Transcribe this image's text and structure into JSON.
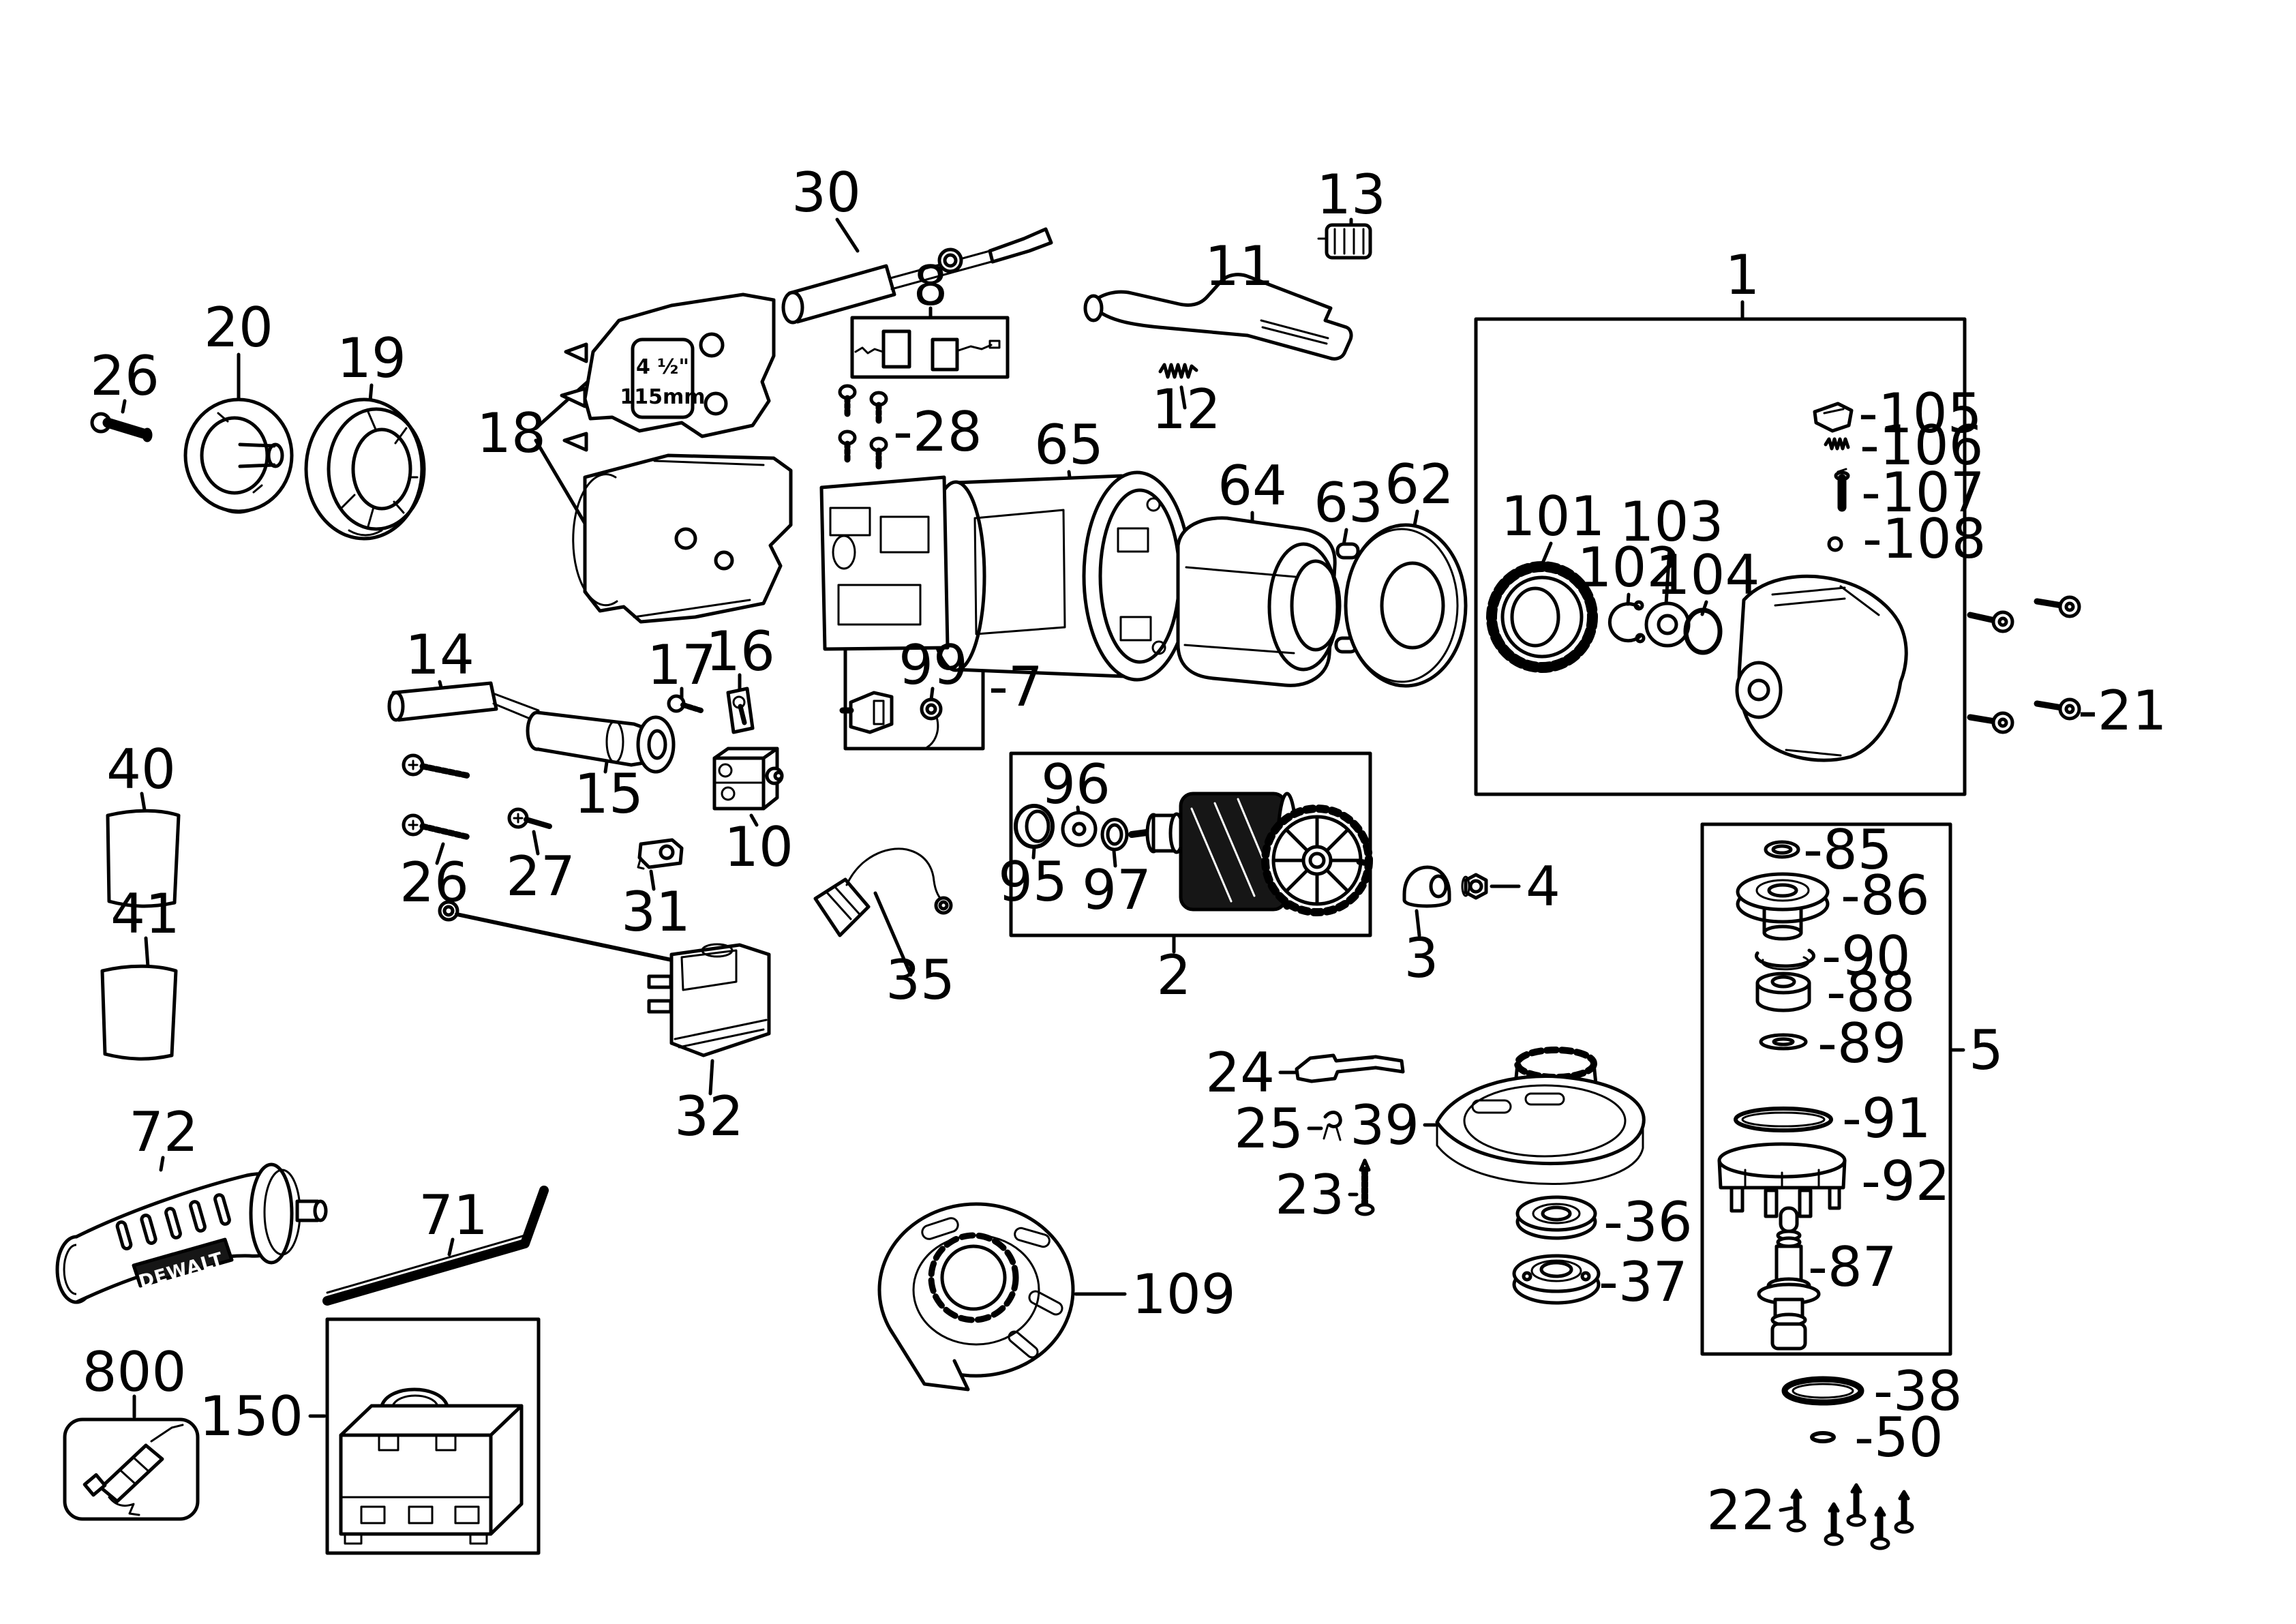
{
  "diagram": {
    "type": "exploded-parts-diagram",
    "product": "angle grinder",
    "colors": {
      "background": "#ffffff",
      "line": "#000000"
    },
    "markings": {
      "housing_size": "4 ½\"",
      "housing_mm": "115mm",
      "handle_brand": "DEWALT"
    },
    "callouts": {
      "pin26_top": "26",
      "fan_cover20": "20",
      "baffle19": "19",
      "housing18": "18",
      "cord_guard30": "30",
      "brush_set8": "8",
      "screws28": "-28",
      "slider13": "13",
      "trigger11": "11",
      "spring12": "12",
      "motor_housing65": "65",
      "field64": "64",
      "pins63": "63",
      "end_cover62": "62",
      "gear_head1": "1",
      "fan101": "101",
      "retain_ring102": "102",
      "bearing103": "103",
      "oring104": "104",
      "lock_button105": "-105",
      "spring106": "-106",
      "pin107": "-107",
      "ball108": "-108",
      "screws21": "-21",
      "sleeve14": "14",
      "screw17": "17",
      "plate16": "16",
      "handle_bar15": "15",
      "label40": "40",
      "label41": "41",
      "screws26": "26",
      "screw27": "27",
      "clip31": "31",
      "switch10": "10",
      "brush_holder99": "99",
      "service_kit7": "-7",
      "washer96": "96",
      "ring95": "95",
      "washer97": "97",
      "armature2": "2",
      "pinion3": "3",
      "nut4": "4",
      "inductor35": "35",
      "cordset32": "32",
      "lever24": "24",
      "clip25": "25",
      "screw23": "23",
      "guard_adjuster39": "39",
      "flange36": "-36",
      "clamp_nut37": "-37",
      "guard109": "109",
      "spindle_kit5": "5",
      "ring85": "-85",
      "collar86": "-86",
      "ring90": "-90",
      "bearing88": "-88",
      "washer89": "-89",
      "oring91": "-91",
      "end_cap92": "-92",
      "spindle87": "-87",
      "oring38": "-38",
      "ring50": "-50",
      "screws22": "22",
      "side_handle72": "72",
      "wrench71": "71",
      "grease800": "800",
      "kit_box150": "150"
    }
  }
}
